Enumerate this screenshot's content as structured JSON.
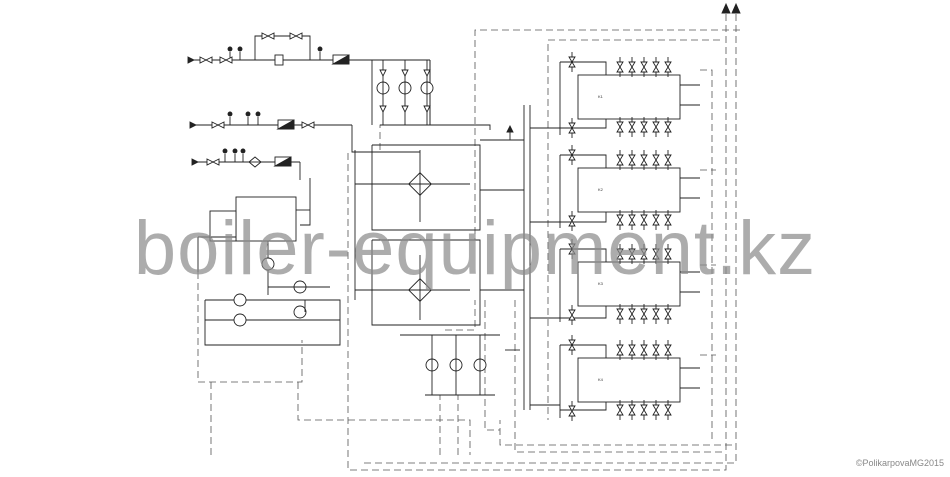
{
  "watermark": "boiler-equipment.kz",
  "copyright": "©PolikarpovaMG2015",
  "colors": {
    "line": "#222222",
    "dash": "#555555",
    "watermark": "#8c8c8c",
    "background": "#ffffff"
  },
  "boilers": [
    {
      "label": "K1"
    },
    {
      "label": "K2"
    },
    {
      "label": "K3"
    },
    {
      "label": "K4"
    }
  ]
}
